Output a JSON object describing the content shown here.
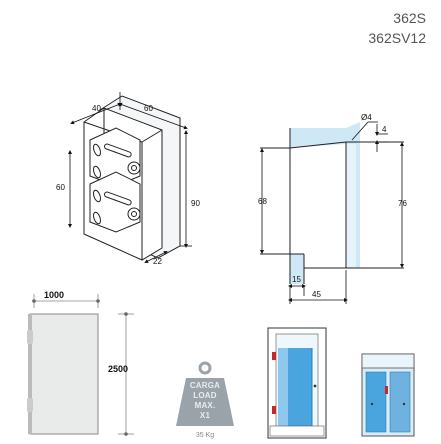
{
  "product_codes": [
    "362S",
    "362SV12"
  ],
  "hinge_dims": {
    "top_left": "40",
    "top_right": "60",
    "left_height": "60",
    "height": "90",
    "depth": "22"
  },
  "section_dims": {
    "diameter": "Ø4",
    "offset": "4",
    "left_height": "68",
    "right_height": "76",
    "gap": "15",
    "width": "45"
  },
  "door_specs": {
    "width": "1000",
    "height": "2500"
  },
  "load": {
    "line1": "CARGA",
    "line2": "LOAD",
    "line3": "MAX.",
    "line4": "X1",
    "weight": "35 Kg"
  },
  "colors": {
    "glass": "#cfe8f6",
    "glass_dark": "#6fb2e0",
    "hinge_red": "#c8262b",
    "weight_gray": "#9aa3aa",
    "line": "#222222"
  }
}
